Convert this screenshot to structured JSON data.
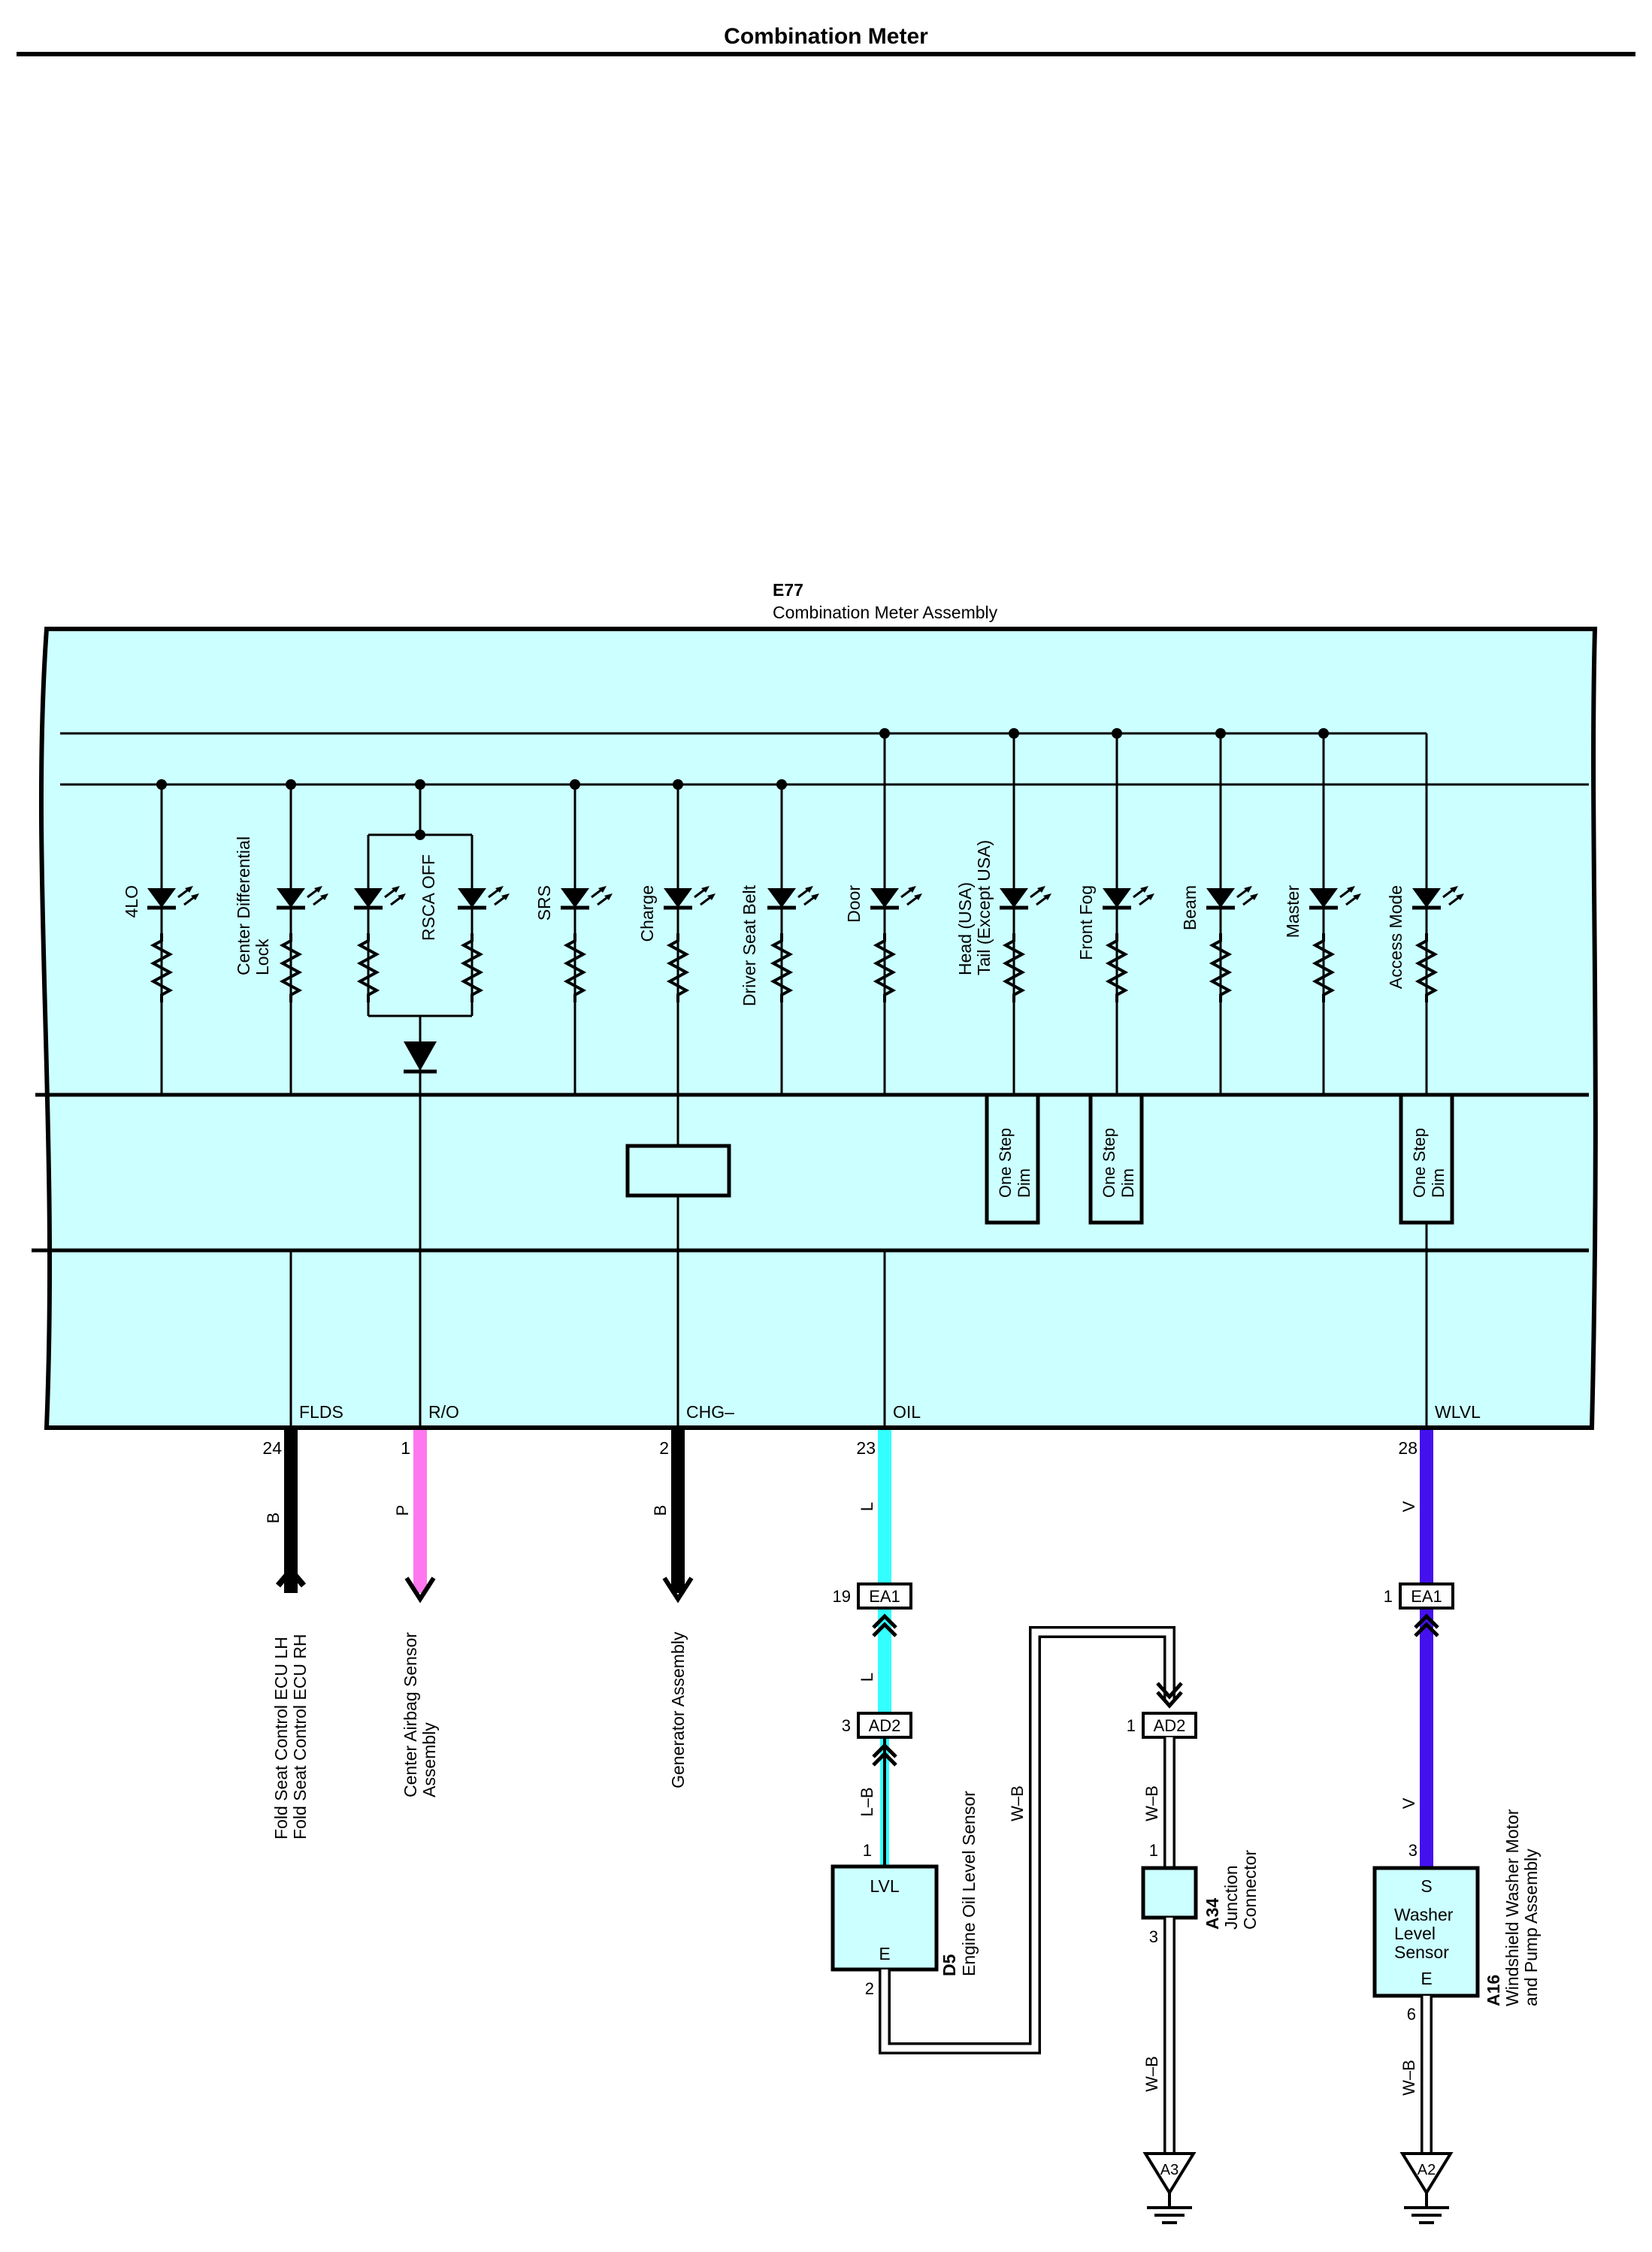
{
  "page_title": "Combination Meter",
  "meter": {
    "code": "E77",
    "name": "Combination Meter Assembly",
    "indicators": [
      "4LO",
      "Center Differential",
      "Lock",
      "RSCA OFF",
      "SRS",
      "Charge",
      "Driver Seat Belt",
      "Door",
      "Head (USA)",
      "Tail (Except USA)",
      "Front Fog",
      "Beam",
      "Master",
      "Access Mode"
    ],
    "dim_label_1": "One Step",
    "dim_label_2": "Dim",
    "terminals": [
      "FLDS",
      "R/O",
      "CHG–",
      "OIL",
      "WLVL"
    ]
  },
  "pins": {
    "flds": "24",
    "ro": "1",
    "chg": "2",
    "oil": "23",
    "wlvl": "28"
  },
  "wire_colors": {
    "flds": "B",
    "ro": "P",
    "chg": "B",
    "oil_upper": "L",
    "oil_mid": "L",
    "oil_lower": "L–B",
    "oil_ground": "W–B",
    "a34_upper": "W–B",
    "a34_lower": "W–B",
    "wlvl_upper": "V",
    "wlvl_lower": "V",
    "a16_ground": "W–B"
  },
  "connectors": {
    "ea1": "EA1",
    "ea1_oil_pin": "19",
    "ea1_wlvl_pin": "1",
    "ad2": "AD2",
    "ad2_oil_pin": "3",
    "ad2_ground_pin": "1"
  },
  "destinations": {
    "fold_seat_1": "Fold Seat Control ECU LH",
    "fold_seat_2": "Fold Seat Control ECU RH",
    "airbag_1": "Center Airbag Sensor",
    "airbag_2": "Assembly",
    "generator": "Generator Assembly"
  },
  "d5": {
    "code": "D5",
    "name": "Engine Oil Level Sensor",
    "top": "LVL",
    "bottom": "E",
    "pin_top": "1",
    "pin_bottom": "2"
  },
  "a34": {
    "code": "A34",
    "name_1": "Junction",
    "name_2": "Connector",
    "pin_top": "1",
    "pin_bottom": "3"
  },
  "a16": {
    "code": "A16",
    "name_1": "Windshield Washer Motor",
    "name_2": "and Pump Assembly",
    "top": "S",
    "line_1": "Washer",
    "line_2": "Level",
    "line_3": "Sensor",
    "bottom": "E",
    "pin_top": "3",
    "pin_bottom": "6"
  },
  "grounds": {
    "a3": "A3",
    "a2": "A2"
  },
  "colors": {
    "meter_fill": "#ccffff",
    "pink": "#ff77ee",
    "cyan": "#33ffff",
    "violet": "#4411ee",
    "black": "#000000"
  }
}
